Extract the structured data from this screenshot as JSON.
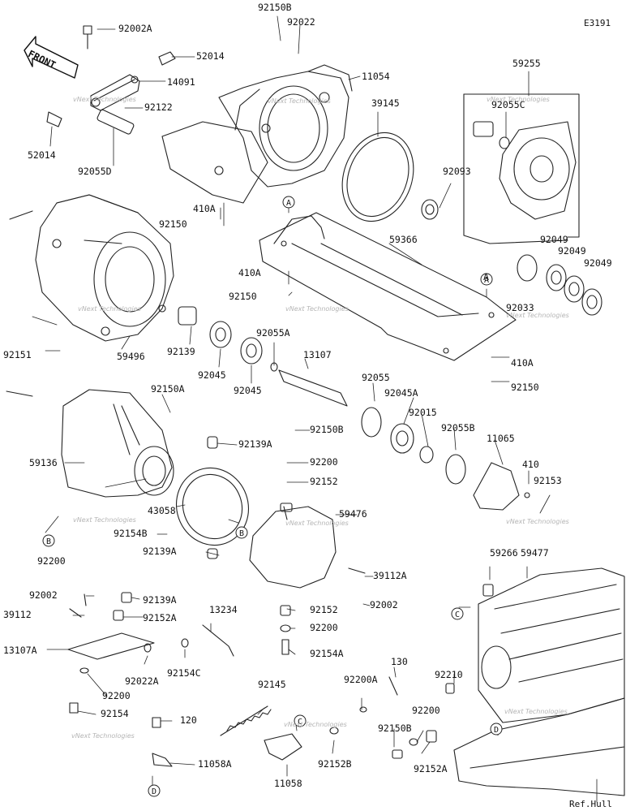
{
  "diagram_code": "E3191",
  "reference_note": "Ref.Hull",
  "front_label": "FRONT",
  "watermark": "vNext Technologies",
  "circle_markers": [
    "A",
    "A",
    "B",
    "B",
    "C",
    "C",
    "D",
    "D"
  ],
  "part_labels": [
    "92002A",
    "52014",
    "14091",
    "92122",
    "52014",
    "92055D",
    "92150B",
    "92022",
    "11054",
    "39145",
    "59255",
    "92055C",
    "92093",
    "410A",
    "92150",
    "59366",
    "410A",
    "92150",
    "92049",
    "92049",
    "92049",
    "92033",
    "A",
    "410A",
    "92150",
    "92151",
    "59496",
    "92139",
    "92045",
    "92055A",
    "92045",
    "13107",
    "92150A",
    "59136",
    "92055",
    "92045A",
    "92015",
    "92055B",
    "11065",
    "92150B",
    "92139A",
    "92200",
    "92152",
    "410",
    "92153",
    "43058",
    "92154B",
    "92200",
    "59476",
    "92139A",
    "39112A",
    "92002",
    "39112",
    "92139A",
    "13234",
    "92152A",
    "13107A",
    "92022A",
    "92154C",
    "92200",
    "92154",
    "92152",
    "92002",
    "92200",
    "92154A",
    "59266",
    "59477",
    "92210",
    "92145",
    "120",
    "11058A",
    "11058",
    "92152B",
    "92200A",
    "130",
    "92200",
    "92150B",
    "92152A"
  ]
}
